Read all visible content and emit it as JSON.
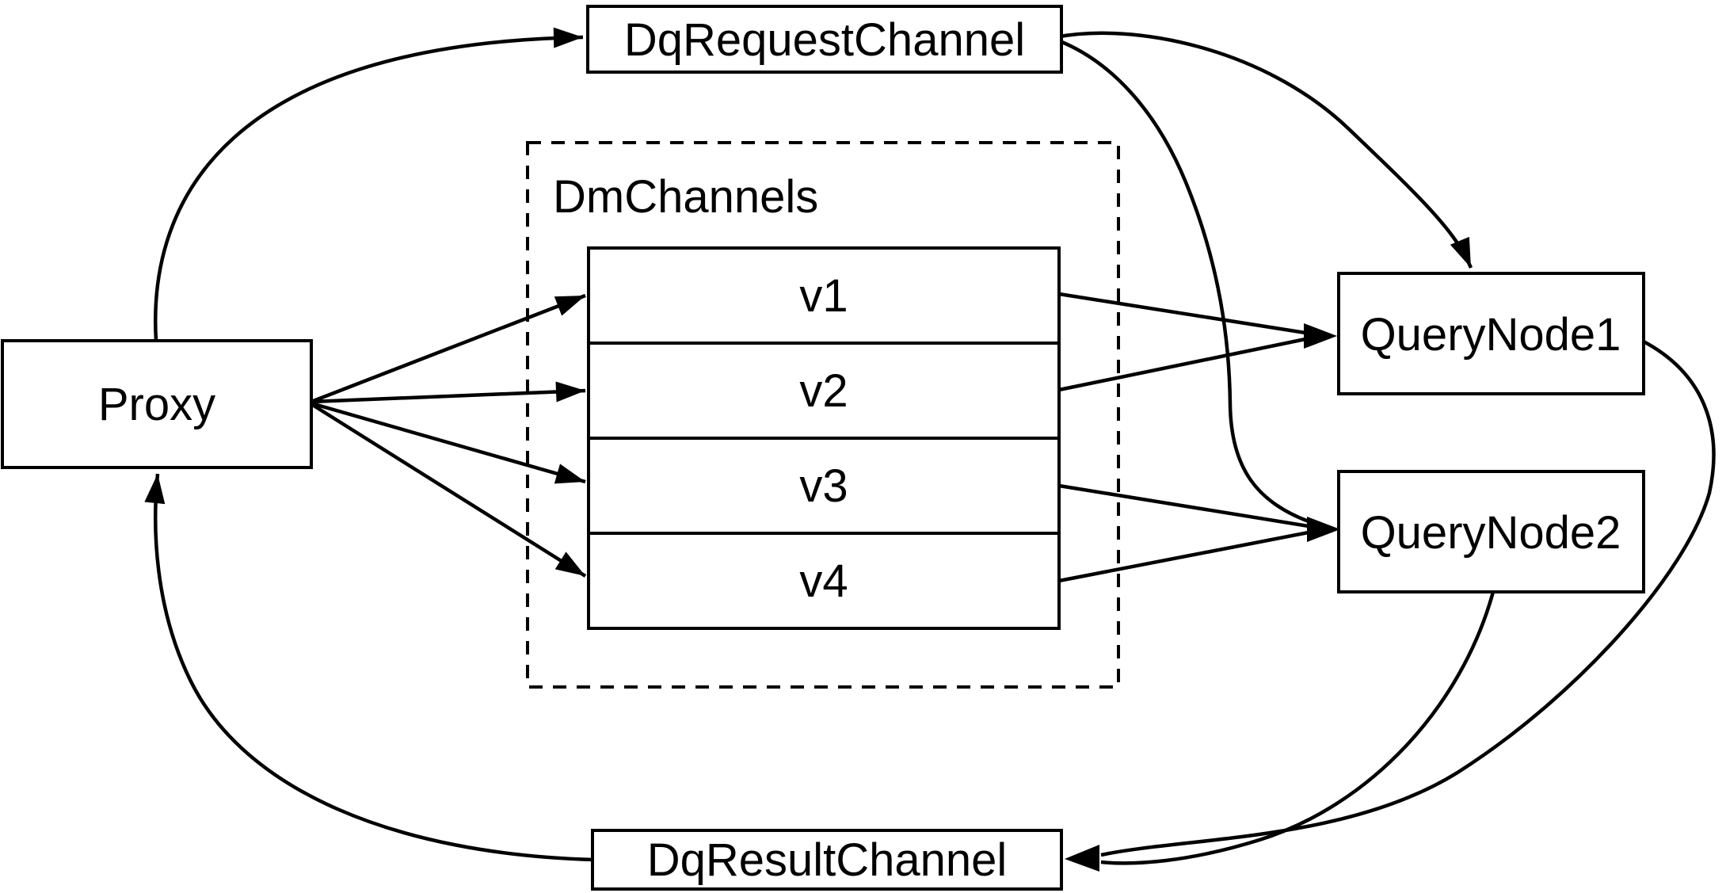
{
  "diagram": {
    "type": "flow-diagram",
    "background_color": "#ffffff",
    "line_color": "#000000",
    "nodes": {
      "dq_request_channel": {
        "label": "DqRequestChannel"
      },
      "proxy": {
        "label": "Proxy"
      },
      "dm_channels_group": {
        "label": "DmChannels"
      },
      "channels": [
        {
          "label": "v1"
        },
        {
          "label": "v2"
        },
        {
          "label": "v3"
        },
        {
          "label": "v4"
        }
      ],
      "query_node_1": {
        "label": "QueryNode1"
      },
      "query_node_2": {
        "label": "QueryNode2"
      },
      "dq_result_channel": {
        "label": "DqResultChannel"
      }
    },
    "edges": [
      {
        "from": "Proxy",
        "to": "DqRequestChannel"
      },
      {
        "from": "Proxy",
        "to": "v1"
      },
      {
        "from": "Proxy",
        "to": "v2"
      },
      {
        "from": "Proxy",
        "to": "v3"
      },
      {
        "from": "Proxy",
        "to": "v4"
      },
      {
        "from": "DqRequestChannel",
        "to": "QueryNode1"
      },
      {
        "from": "DqRequestChannel",
        "to": "QueryNode2"
      },
      {
        "from": "v1",
        "to": "QueryNode1"
      },
      {
        "from": "v2",
        "to": "QueryNode1"
      },
      {
        "from": "v3",
        "to": "QueryNode2"
      },
      {
        "from": "v4",
        "to": "QueryNode2"
      },
      {
        "from": "QueryNode1",
        "to": "DqResultChannel"
      },
      {
        "from": "QueryNode2",
        "to": "DqResultChannel"
      },
      {
        "from": "DqResultChannel",
        "to": "Proxy"
      }
    ]
  }
}
